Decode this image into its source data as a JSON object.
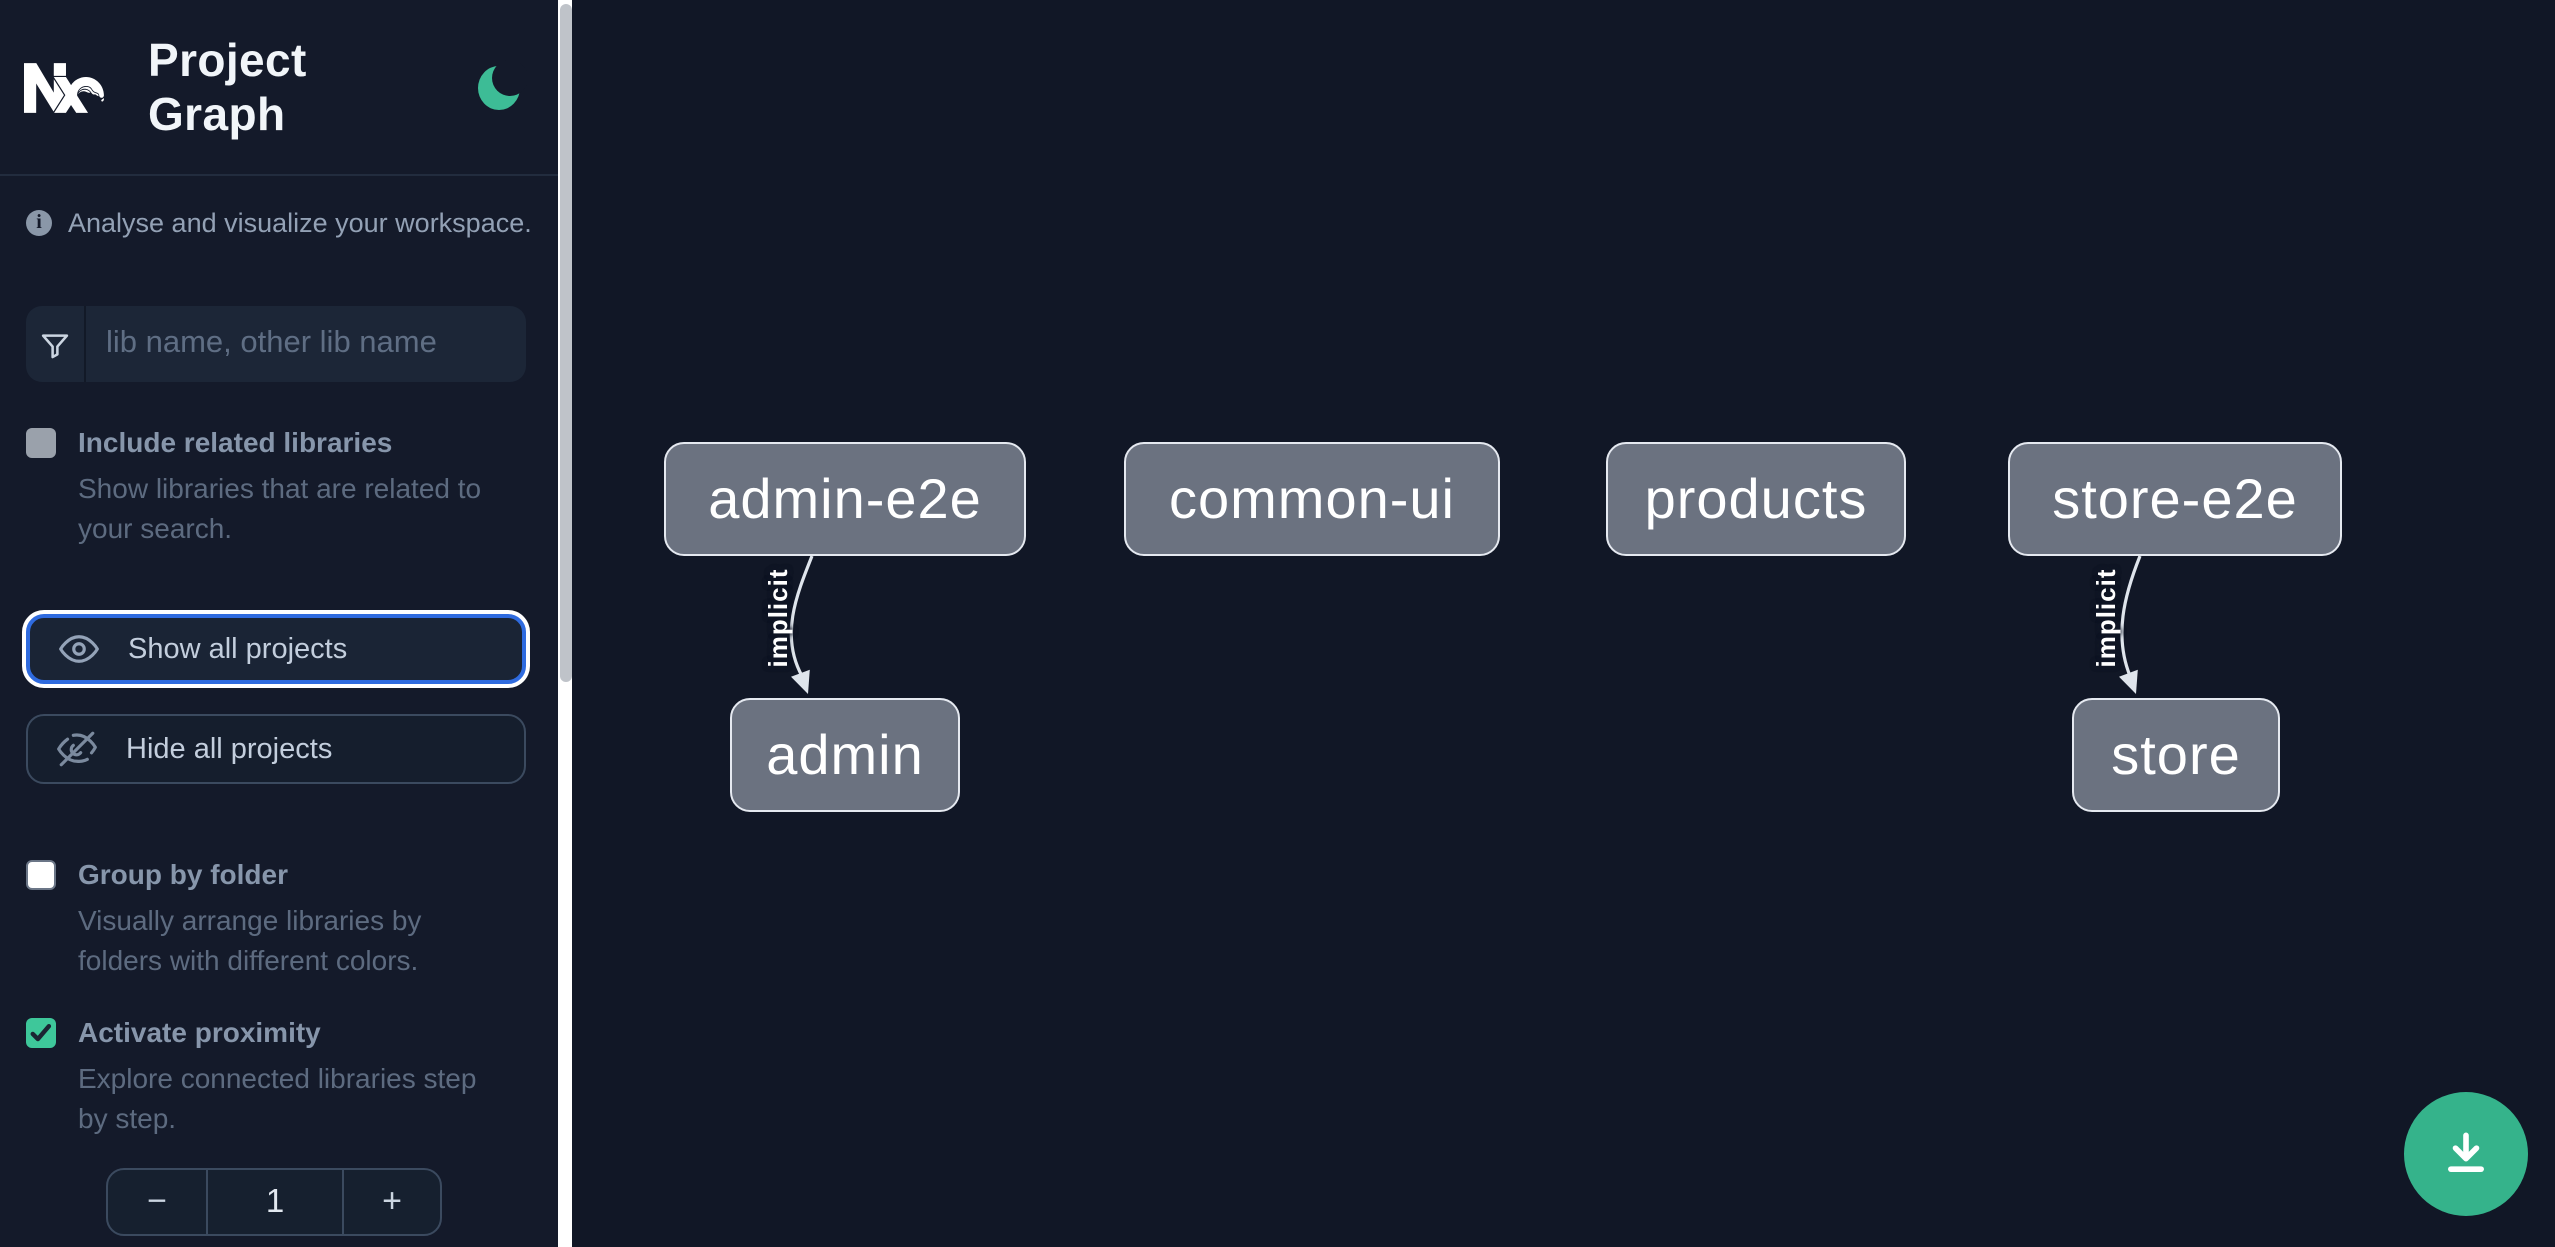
{
  "header": {
    "app_name": "Nx",
    "title": "Project Graph"
  },
  "sidebar": {
    "tagline": "Analyse and visualize your workspace.",
    "search": {
      "placeholder": "lib name, other lib name"
    },
    "related_toggle": {
      "label": "Include related libraries",
      "description": "Show libraries that are related to your search.",
      "checked": false
    },
    "actions": {
      "show_all": "Show all projects",
      "hide_all": "Hide all projects"
    },
    "group_toggle": {
      "label": "Group by folder",
      "description": "Visually arrange libraries by folders with different colors.",
      "checked": false
    },
    "proximity_toggle": {
      "label": "Activate proximity",
      "description": "Explore connected libraries step by step.",
      "checked": true
    },
    "proximity_stepper": {
      "decrement": "−",
      "value": "1",
      "increment": "+"
    }
  },
  "graph": {
    "nodes": [
      {
        "id": "admin-e2e",
        "label": "admin-e2e"
      },
      {
        "id": "common-ui",
        "label": "common-ui"
      },
      {
        "id": "products",
        "label": "products"
      },
      {
        "id": "store-e2e",
        "label": "store-e2e"
      },
      {
        "id": "admin",
        "label": "admin"
      },
      {
        "id": "store",
        "label": "store"
      }
    ],
    "edges": [
      {
        "source": "admin-e2e",
        "target": "admin",
        "label": "implicit",
        "type": "implicit"
      },
      {
        "source": "store-e2e",
        "target": "store",
        "label": "implicit",
        "type": "implicit"
      }
    ]
  },
  "icons": {
    "theme": "moon-icon",
    "info": "info-icon",
    "filter": "funnel-icon",
    "show": "eye-icon",
    "hide": "eye-off-icon",
    "export": "download-icon"
  },
  "colors": {
    "accent_green": "#35b38b",
    "checkbox_checked": "#3ec79a",
    "focus_ring_blue": "#2f6bdf",
    "node_fill": "#6b7280",
    "node_border": "#e5e9f0",
    "sidebar_bg": "#141a2a",
    "canvas_bg": "#111726"
  }
}
